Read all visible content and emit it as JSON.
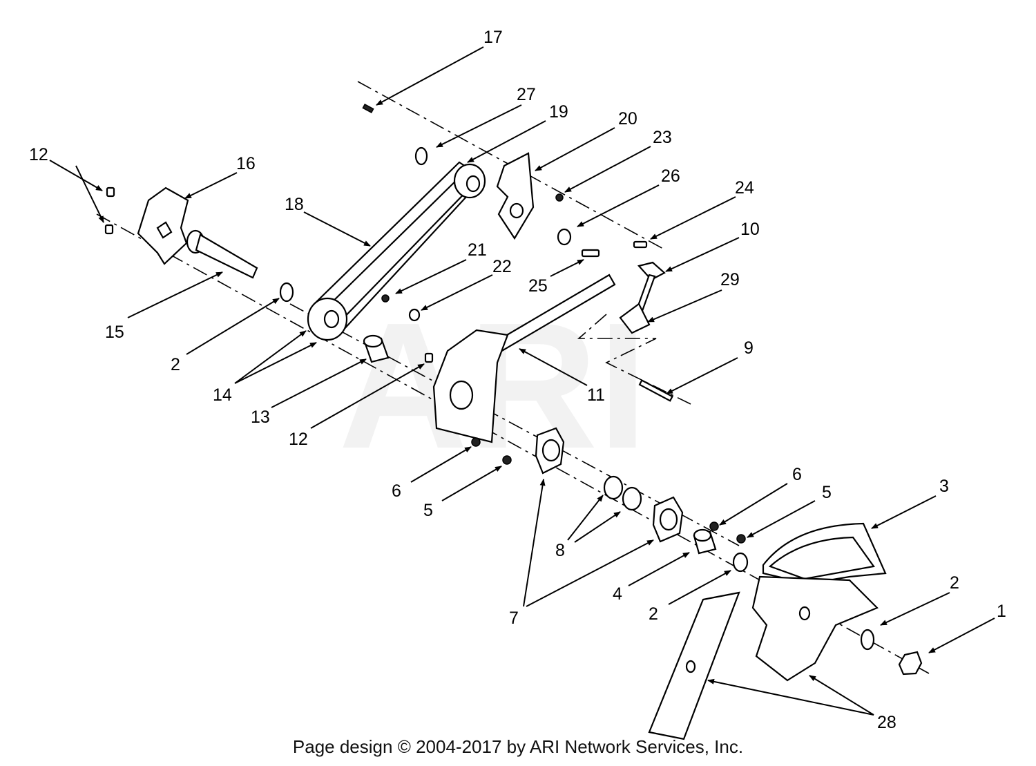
{
  "watermark": "ARI",
  "footer": "Page design © 2004-2017 by ARI Network Services, Inc.",
  "callouts": [
    "17",
    "27",
    "19",
    "20",
    "23",
    "26",
    "24",
    "12",
    "16",
    "18",
    "10",
    "21",
    "22",
    "25",
    "29",
    "15",
    "2",
    "9",
    "11",
    "14",
    "13",
    "12",
    "6",
    "5",
    "6",
    "5",
    "3",
    "8",
    "7",
    "4",
    "2",
    "2",
    "1",
    "28"
  ]
}
